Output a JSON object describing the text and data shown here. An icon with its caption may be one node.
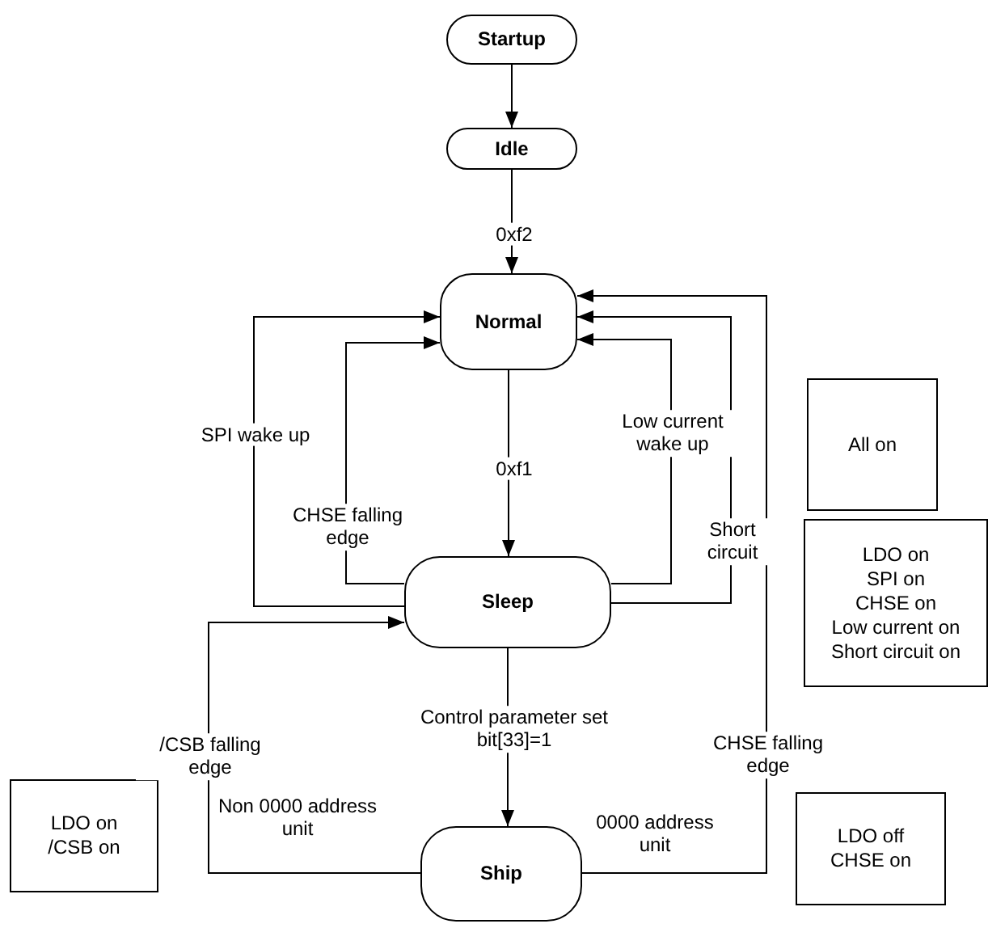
{
  "diagram": {
    "nodes": [
      {
        "text": [
          "Startup"
        ]
      },
      {
        "text": [
          "Idle"
        ]
      },
      {
        "text": [
          "Normal"
        ]
      },
      {
        "text": [
          "All on"
        ]
      },
      {
        "text": [
          "Sleep"
        ]
      },
      {
        "text": [
          "LDO on",
          "SPI on",
          "CHSE on",
          "Low current on",
          "Short circuit on"
        ]
      },
      {
        "text": [
          "LDO on",
          "/CSB on"
        ]
      },
      {
        "text": [
          "Ship"
        ]
      },
      {
        "text": [
          "LDO off",
          "CHSE on"
        ]
      }
    ],
    "edges": [
      {
        "from": 0,
        "to": 1,
        "arrow": "to"
      },
      {
        "from": 1,
        "to": 2,
        "arrow": "to",
        "label": "0xf2"
      },
      {
        "from": 2,
        "to": 4,
        "arrow": "to",
        "label": "0xf1"
      },
      {
        "from": 4,
        "to": 2,
        "arrow": "to",
        "label": "SPI wake up"
      },
      {
        "from": 4,
        "to": 2,
        "arrow": "to",
        "label": "CHSE falling edge"
      },
      {
        "from": 4,
        "to": 2,
        "arrow": "to",
        "label": "Low current wake up"
      },
      {
        "from": 4,
        "to": 2,
        "arrow": "to",
        "label": "Short circuit"
      },
      {
        "from": 4,
        "to": 7,
        "arrow": "to",
        "label": "Control parameter set bit[33]=1"
      },
      {
        "from": 7,
        "to": 4,
        "arrow": "to",
        "label": "/CSB falling edge"
      },
      {
        "from": 7,
        "to": 2,
        "arrow": "to",
        "label": "CHSE falling edge"
      }
    ],
    "labels": [
      "Non 0000 address unit",
      "0000 address unit"
    ]
  }
}
